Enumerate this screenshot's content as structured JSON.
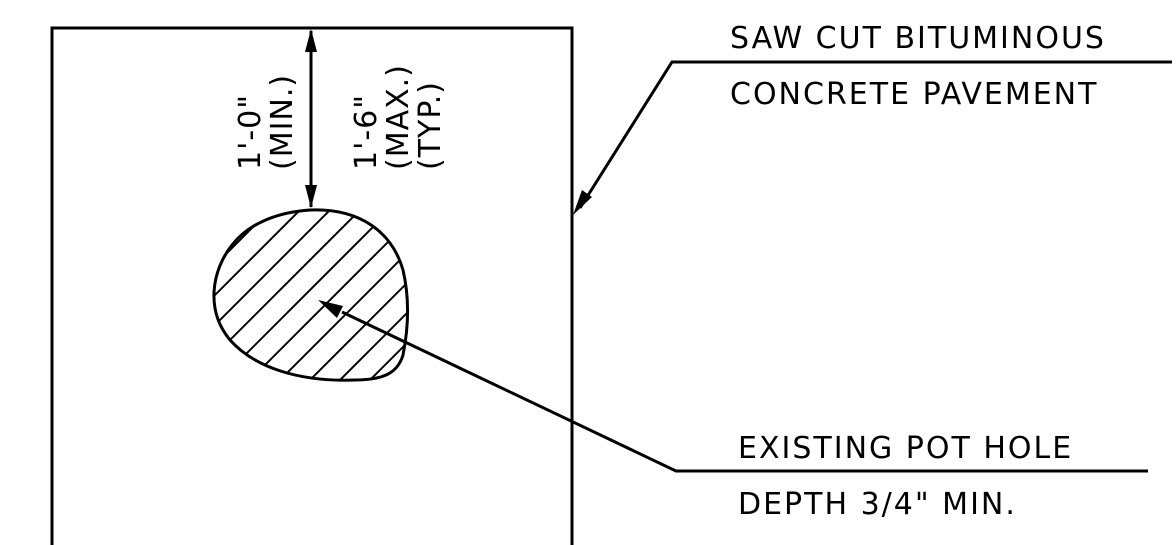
{
  "colors": {
    "ink": "#000000",
    "background": "#ffffff"
  },
  "labels": {
    "saw_cut_line1": "SAW CUT BITUMINOUS",
    "saw_cut_line2": "CONCRETE PAVEMENT",
    "pothole_line1": "EXISTING POT HOLE",
    "pothole_line2": "DEPTH 3/4\" MIN."
  },
  "dimensions": {
    "min_value": "1'-0\"",
    "min_note": "(MIN.)",
    "max_value": "1'-6\"",
    "max_note": "(MAX.)",
    "typ_note": "(TYP.)"
  }
}
